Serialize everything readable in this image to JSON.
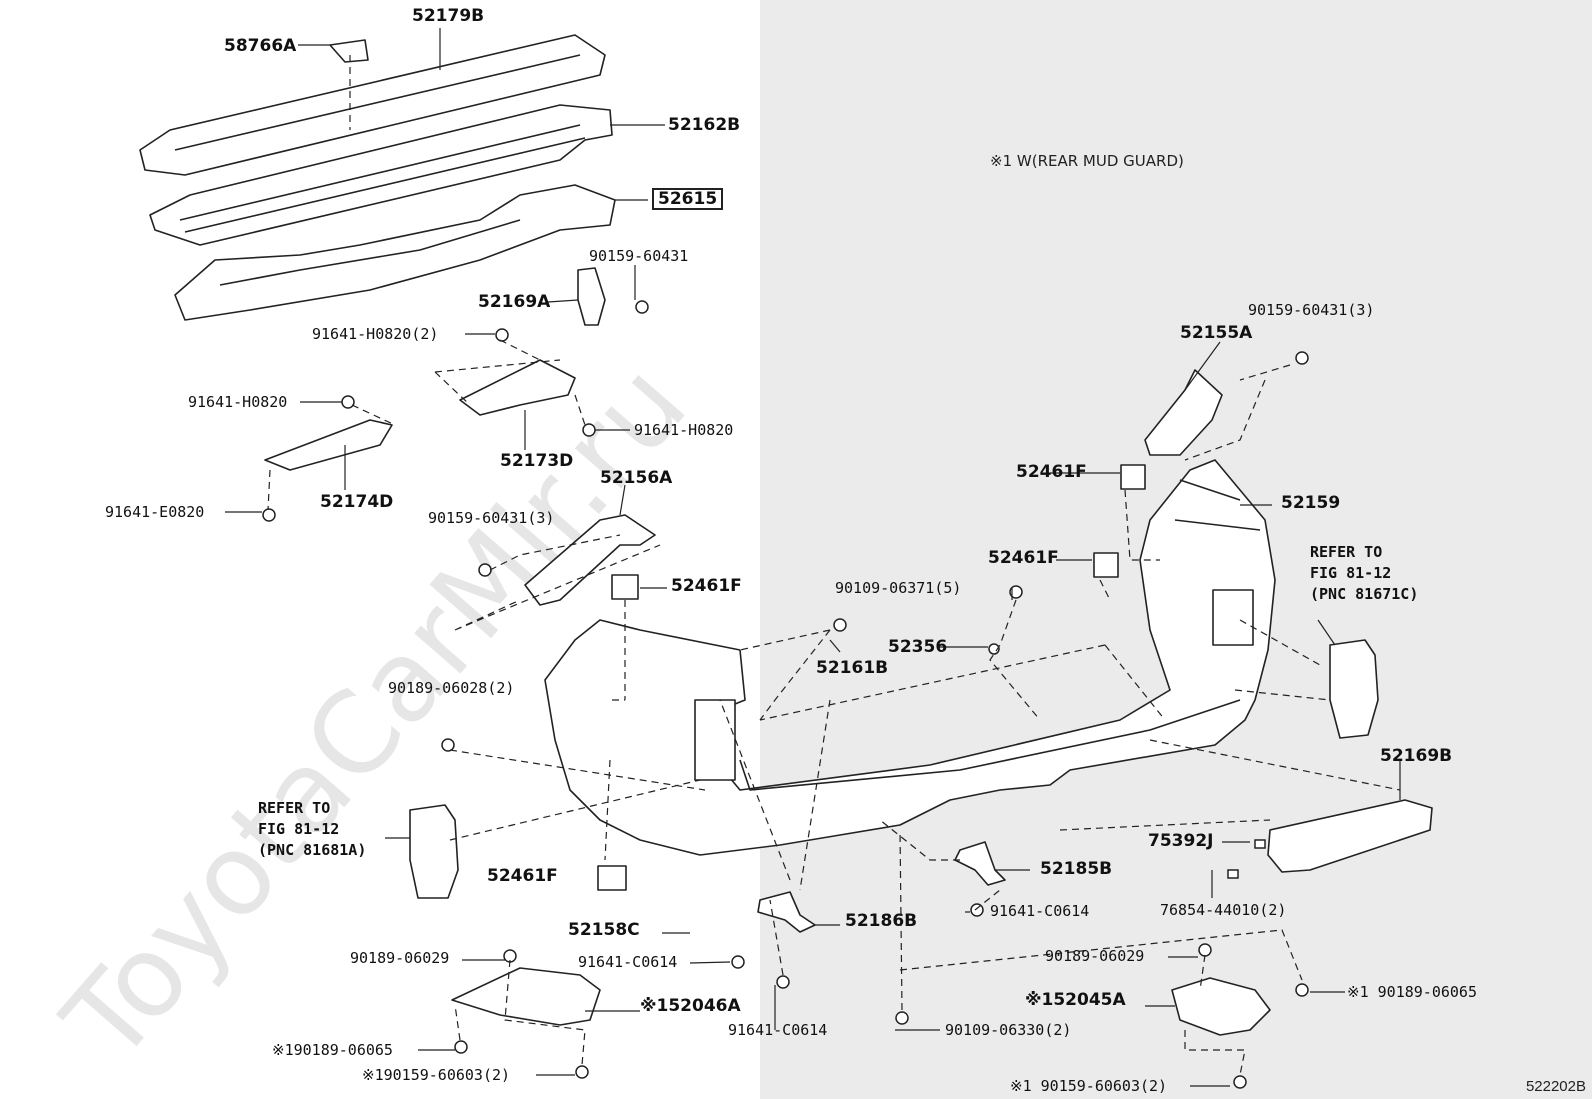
{
  "watermark": "ToyotaCarMir.ru",
  "note": "※1 W(REAR MUD GUARD)",
  "figure_number": "522202B",
  "highlight_part": "52615",
  "labels": {
    "p52179B": "52179B",
    "p58766A": "58766A",
    "p52162B": "52162B",
    "p52615": "52615",
    "b9015960431_a": "90159-60431",
    "p52169A": "52169A",
    "b91641H0820_2": "91641-H0820(2)",
    "b91641H0820_a": "91641-H0820",
    "b91641H0820_b": "91641-H0820",
    "p52173D": "52173D",
    "p52174D": "52174D",
    "b91641E0820": "91641-E0820",
    "p52156A": "52156A",
    "b9015960431_3a": "90159-60431(3)",
    "p52461F_a": "52461F",
    "p52461F_b": "52461F",
    "p52461F_c": "52461F",
    "p52461F_d": "52461F",
    "b9010906371_5": "90109-06371(5)",
    "p52161B": "52161B",
    "p52356": "52356",
    "b9018906028_2": "90189-06028(2)",
    "p52159": "52159",
    "p52155A": "52155A",
    "b9015960431_3b": "90159-60431(3)",
    "p52169B": "52169B",
    "p75392J": "75392J",
    "b7685444010_2": "76854-44010(2)",
    "p52185B": "52185B",
    "b91641C0614_a": "91641-C0614",
    "p52186B": "52186B",
    "p52158C": "52158C",
    "b91641C0614_b": "91641-C0614",
    "b91641C0614_c": "91641-C0614",
    "b9018906029_a": "90189-06029",
    "b9018906029_b": "90189-06029",
    "p52046A": "※152046A",
    "p52045A": "※152045A",
    "b9018906065_a": "※190189-06065",
    "b9018906065_b": "※1 90189-06065",
    "b9015960603_a": "※190159-60603(2)",
    "b9015960603_b": "※1 90159-60603(2)",
    "b9010906330_2": "90109-06330(2)"
  },
  "refs": {
    "left": [
      "REFER TO",
      "FIG 81-12",
      "(PNC 81681A)"
    ],
    "right": [
      "REFER TO",
      "FIG 81-12",
      "(PNC 81671C)"
    ]
  }
}
